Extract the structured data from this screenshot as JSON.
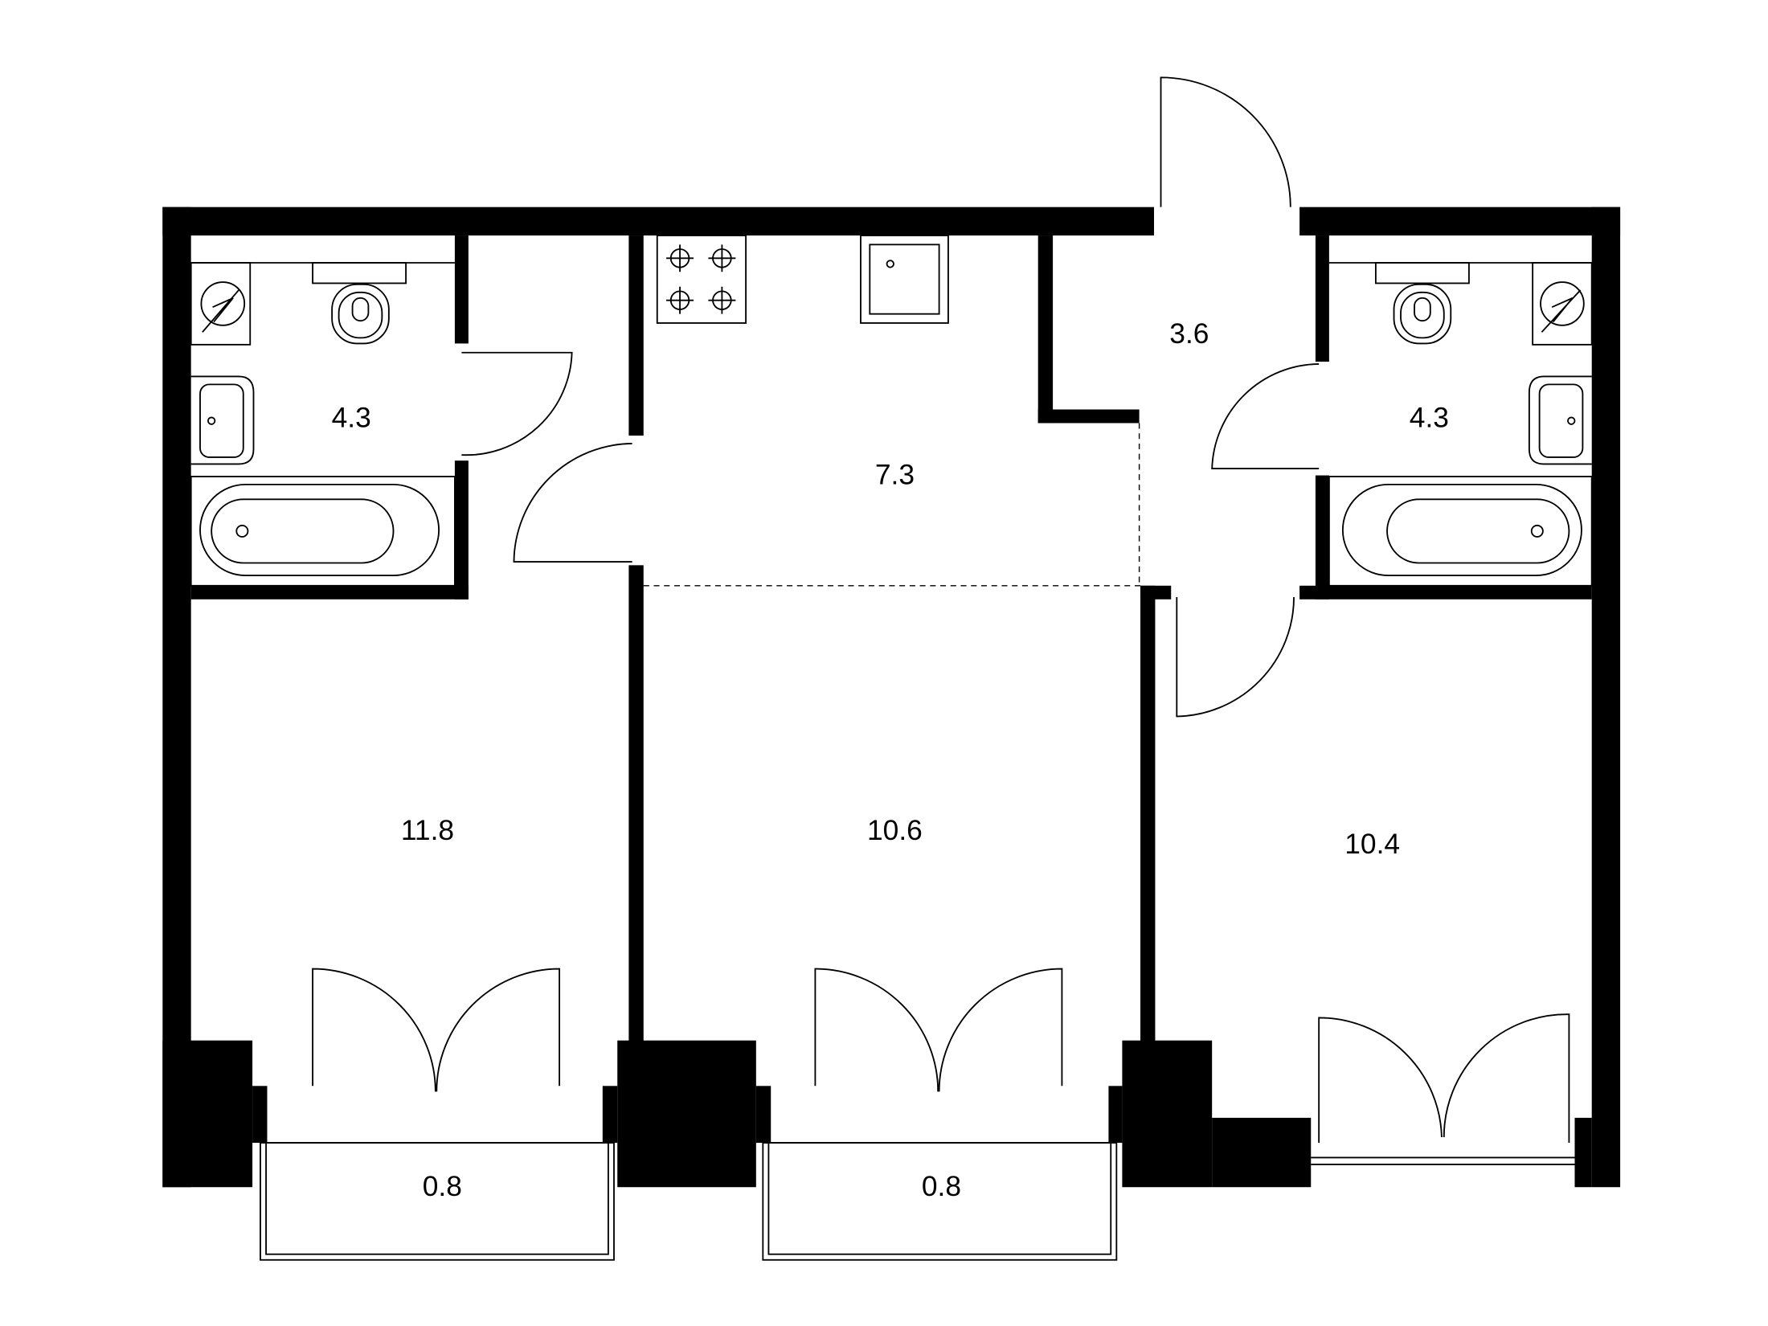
{
  "plan": {
    "rooms": [
      {
        "id": "bathroom-left",
        "area": "4.3"
      },
      {
        "id": "kitchen",
        "area": "7.3"
      },
      {
        "id": "hallway",
        "area": "3.6"
      },
      {
        "id": "bathroom-right",
        "area": "4.3"
      },
      {
        "id": "bedroom-left",
        "area": "11.8"
      },
      {
        "id": "living-room",
        "area": "10.6"
      },
      {
        "id": "bedroom-right",
        "area": "10.4"
      },
      {
        "id": "balcony-left",
        "area": "0.8"
      },
      {
        "id": "balcony-middle",
        "area": "0.8"
      }
    ]
  }
}
